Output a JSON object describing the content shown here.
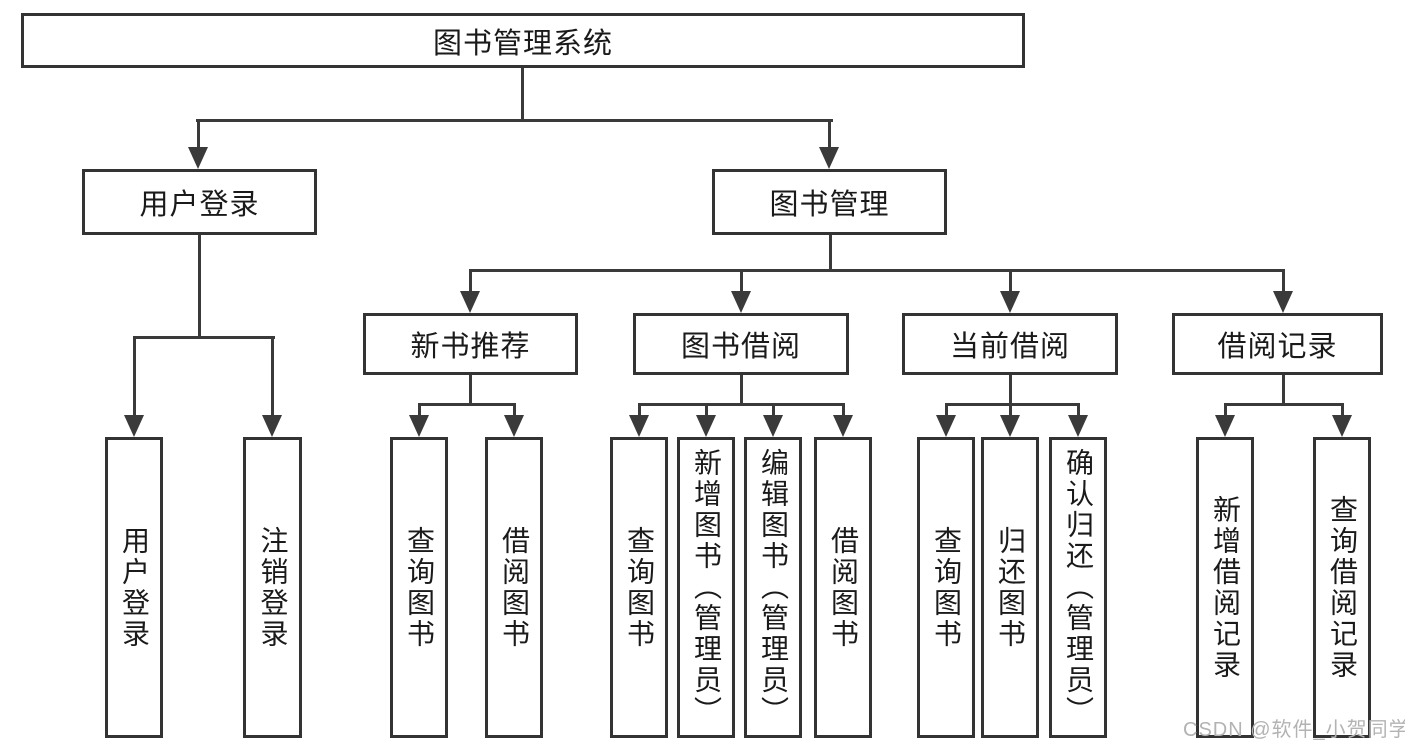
{
  "colors": {
    "line": "#3a3a3a",
    "box_border": "#333333",
    "text": "#1a1a1a",
    "background": "#ffffff",
    "watermark_color": "#b3b3b3"
  },
  "diagram": {
    "type": "hierarchy-tree",
    "root": {
      "label": "图书管理系统"
    },
    "branches": [
      {
        "label": "用户登录",
        "children": [
          {
            "label": "用户登录"
          },
          {
            "label": "注销登录"
          }
        ]
      },
      {
        "label": "图书管理",
        "children": [
          {
            "label": "新书推荐",
            "children": [
              {
                "label": "查询图书"
              },
              {
                "label": "借阅图书"
              }
            ]
          },
          {
            "label": "图书借阅",
            "children": [
              {
                "label": "查询图书"
              },
              {
                "label": "新增图书（管理员）"
              },
              {
                "label": "编辑图书（管理员）"
              },
              {
                "label": "借阅图书"
              }
            ]
          },
          {
            "label": "当前借阅",
            "children": [
              {
                "label": "查询图书"
              },
              {
                "label": "归还图书"
              },
              {
                "label": "确认归还（管理员）"
              }
            ]
          },
          {
            "label": "借阅记录",
            "children": [
              {
                "label": "新增借阅记录"
              },
              {
                "label": "查询借阅记录"
              }
            ]
          }
        ]
      }
    ]
  },
  "watermark": {
    "text": "CSDN @软件_小贺同学"
  }
}
